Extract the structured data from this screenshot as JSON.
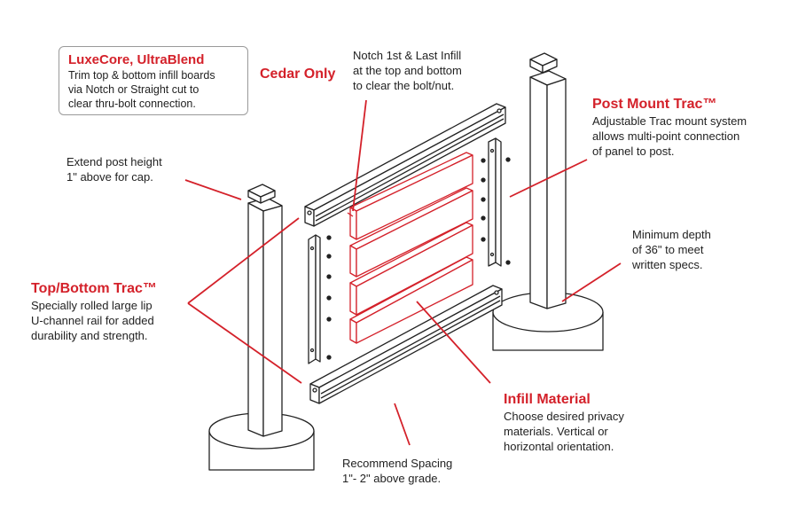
{
  "colors": {
    "accent": "#d4212a",
    "line": "#222222",
    "box_border": "#9a9a9a"
  },
  "callout": {
    "title": "LuxeCore, UltraBlend",
    "lines": [
      "Trim top & bottom infill boards",
      "via Notch or Straight cut to",
      "clear thru-bolt connection."
    ]
  },
  "cedar_only": "Cedar Only",
  "notch": {
    "lines": [
      "Notch 1st & Last Infill",
      "at the top and bottom",
      "to clear the bolt/nut."
    ]
  },
  "post_mount": {
    "title": "Post Mount Trac™",
    "lines": [
      "Adjustable Trac mount system",
      "allows multi-point connection",
      "of panel to post."
    ]
  },
  "extend": {
    "lines": [
      "Extend post height",
      "1\" above for cap."
    ]
  },
  "min_depth": {
    "lines": [
      "Minimum depth",
      "of 36\" to meet",
      "written specs."
    ]
  },
  "top_bottom": {
    "title": "Top/Bottom Trac™",
    "lines": [
      "Specially rolled large lip",
      "U-channel rail for added",
      "durability and strength."
    ]
  },
  "infill": {
    "title": "Infill Material",
    "lines": [
      "Choose desired privacy",
      "materials. Vertical or",
      "horizontal orientation."
    ]
  },
  "spacing": {
    "lines": [
      "Recommend Spacing",
      "1\"- 2\" above grade."
    ]
  }
}
